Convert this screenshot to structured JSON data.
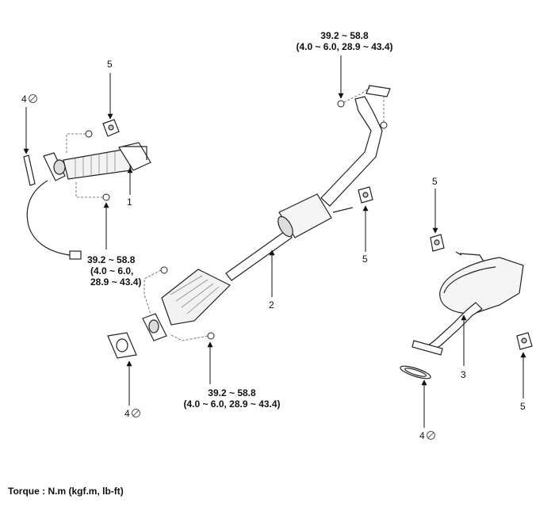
{
  "callouts": {
    "part_1": "1",
    "part_2": "2",
    "part_3": "3",
    "part_4a": "4",
    "part_4b": "4",
    "part_4c": "4",
    "part_5a": "5",
    "part_5b": "5",
    "part_5c": "5",
    "part_5d": "5"
  },
  "torques": {
    "top_line1": "39.2 ~ 58.8",
    "top_line2": "(4.0 ~ 6.0,  28.9 ~ 43.4)",
    "left_line1": "39.2 ~ 58.8",
    "left_line2": "(4.0 ~ 6.0,",
    "left_line3": "28.9 ~ 43.4)",
    "bottom_line1": "39.2 ~ 58.8",
    "bottom_line2": "(4.0 ~ 6.0,  28.9 ~ 43.4)"
  },
  "footer": {
    "torque_legend": "Torque : N.m (kgf.m, lb-ft)"
  },
  "icons": {
    "no_reuse": "do-not-reuse-icon"
  }
}
